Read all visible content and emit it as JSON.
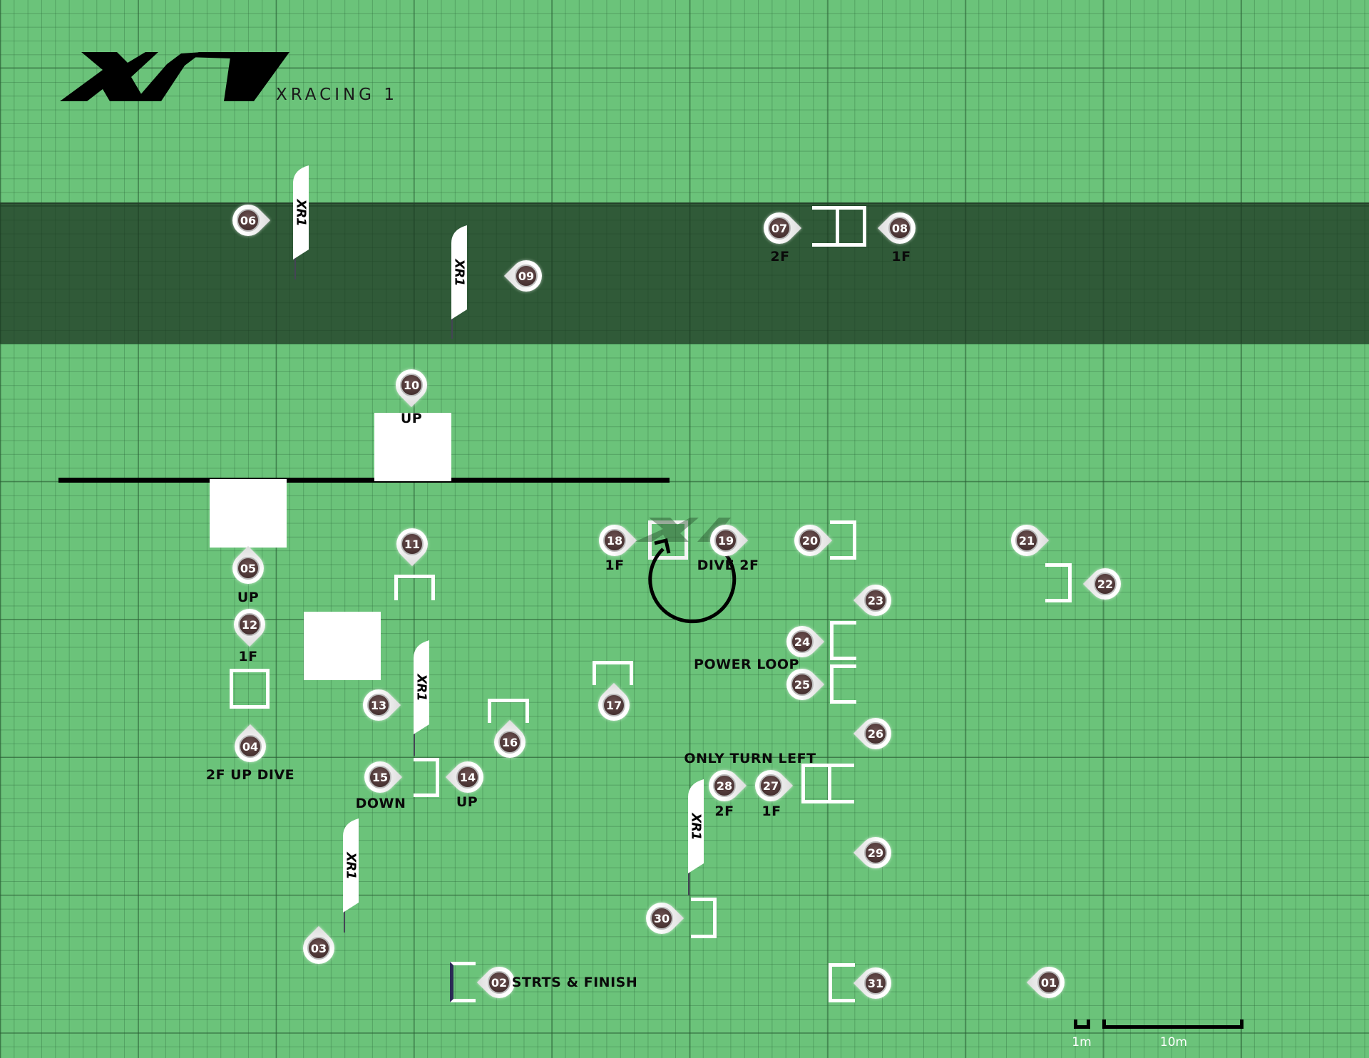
{
  "logo": {
    "mark": "XR1",
    "wordmark": "XRACING 1"
  },
  "flag_logo": "XR1",
  "waypoints": {
    "w01": "01",
    "w02": "02",
    "w03": "03",
    "w04": "04",
    "w05": "05",
    "w06": "06",
    "w07": "07",
    "w08": "08",
    "w09": "09",
    "w10": "10",
    "w11": "11",
    "w12": "12",
    "w13": "13",
    "w14": "14",
    "w15": "15",
    "w16": "16",
    "w17": "17",
    "w18": "18",
    "w19": "19",
    "w20": "20",
    "w21": "21",
    "w22": "22",
    "w23": "23",
    "w24": "24",
    "w25": "25",
    "w26": "26",
    "w27": "27",
    "w28": "28",
    "w29": "29",
    "w30": "30",
    "w31": "31"
  },
  "labels": {
    "w07": "2F",
    "w08": "1F",
    "w10": "UP",
    "w05": "UP",
    "w12": "1F",
    "w04": "2F UP DIVE",
    "w15": "DOWN",
    "w14": "UP",
    "w18": "1F",
    "w19": "DIVE 2F",
    "power_loop": "POWER LOOP",
    "only_turn_left": "ONLY TURN LEFT",
    "w28": "2F",
    "w27": "1F",
    "start_finish": "STRTS & FINISH"
  },
  "scale": {
    "small": "1m",
    "large": "10m"
  },
  "colors": {
    "field": "#6bc37a",
    "band": "#2d5234",
    "marker": "#4a3030"
  }
}
